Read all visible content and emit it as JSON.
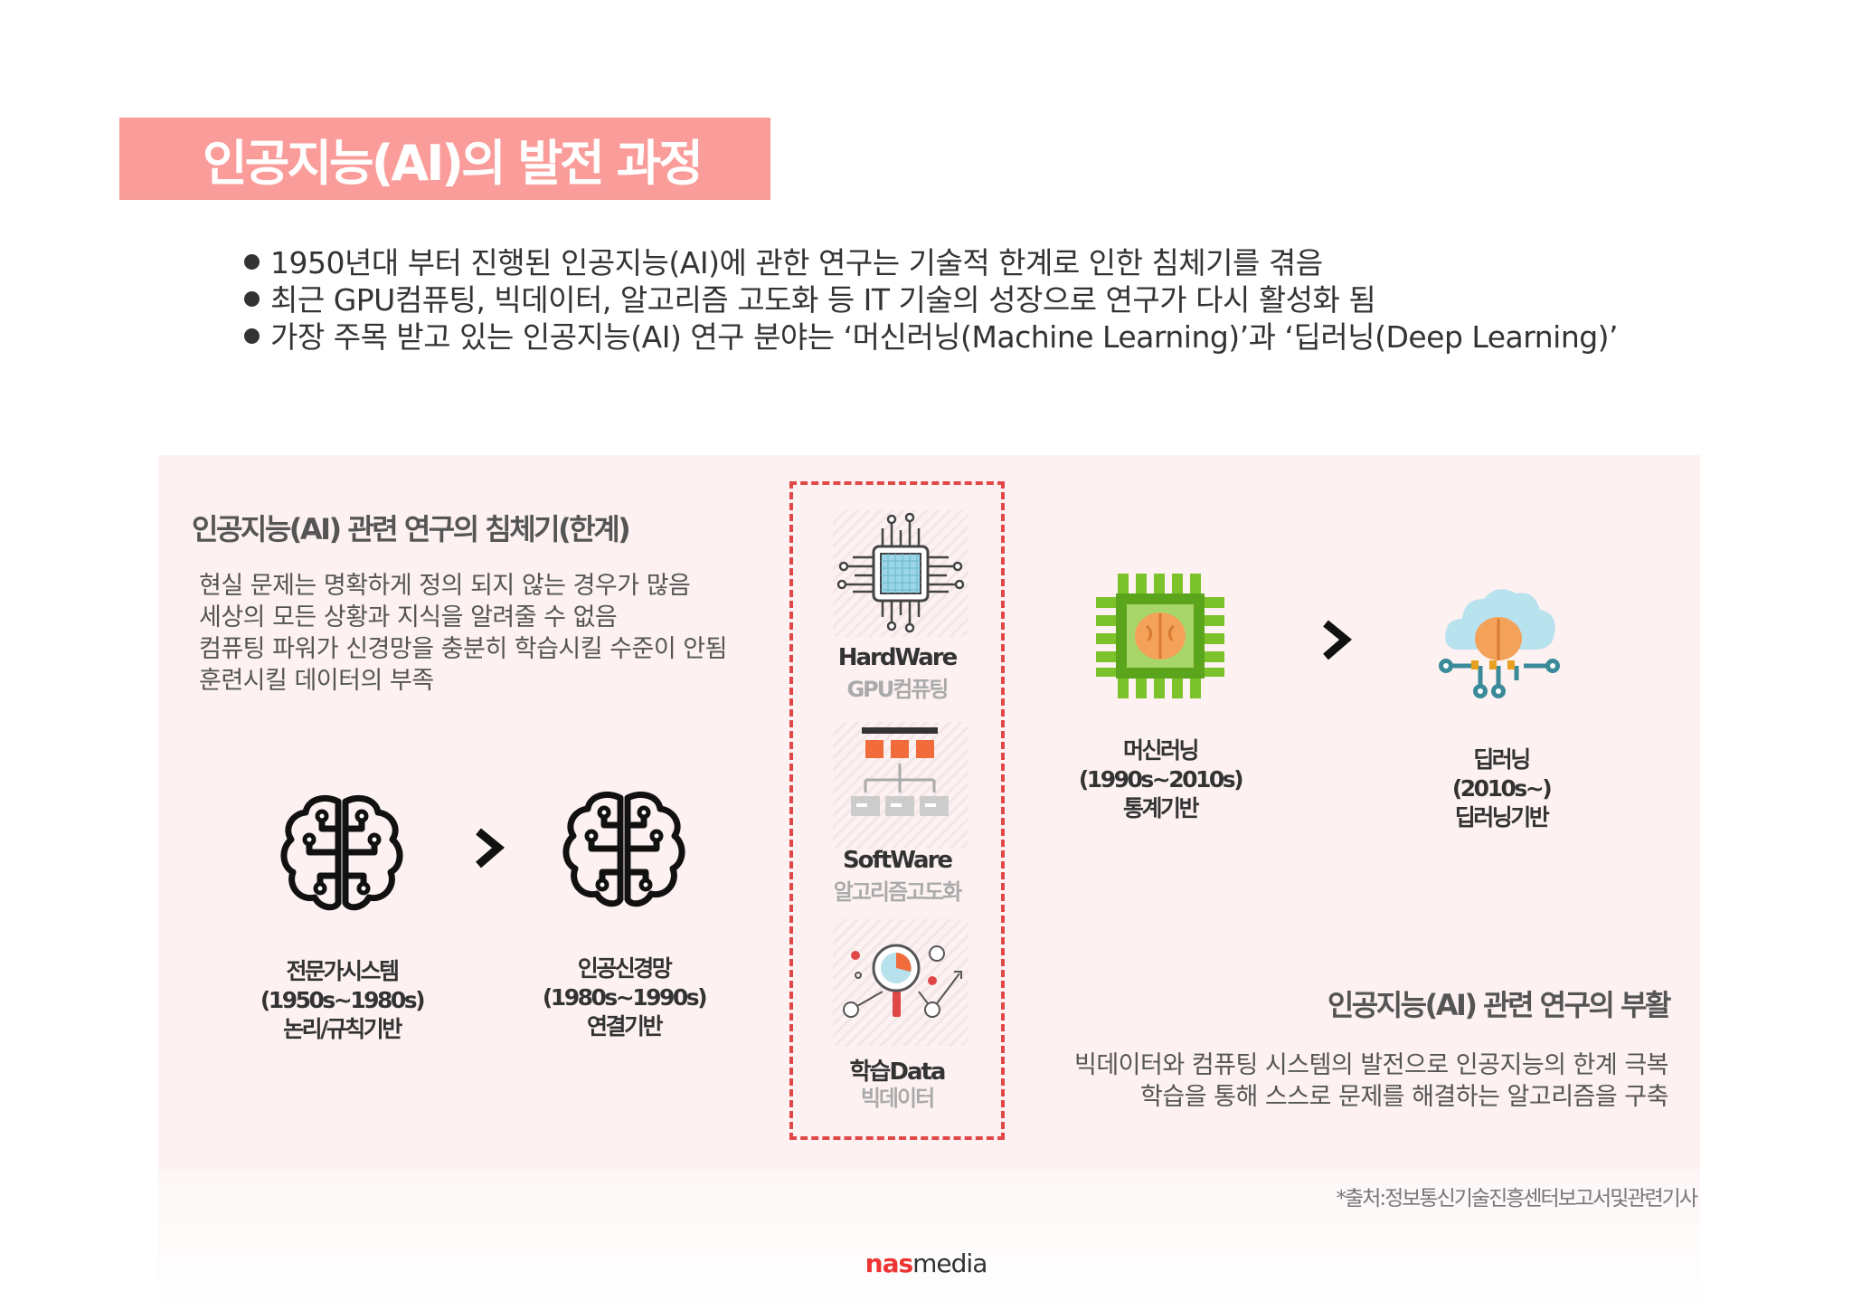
{
  "title": "인공지능(AI)의 발전 과정",
  "bullets": [
    "1950년대 부터 진행된 인공지능(AI)에 관한 연구는 기술적 한계로 인한 침체기를 겪음",
    "최근 GPU컴퓨팅, 빅데이터, 알고리즘 고도화 등 IT 기술의 성장으로 연구가 다시 활성화 됨",
    "가장 주목 받고 있는 인공지능(AI) 연구 분야는 ‘머신러닝(Machine Learning)’과 ‘딥러닝(Deep Learning)’"
  ],
  "left": {
    "heading": "인공지능(AI) 관련 연구의 침체기(한계)",
    "desc": [
      "현실 문제는 명확하게 정의 되지 않는 경우가 많음",
      "세상의 모든 상황과 지식을 알려줄 수 없음",
      "컴퓨팅 파워가 신경망을 충분히 학습시킬 수준이 안됨",
      "훈련시킬 데이터의 부족"
    ],
    "stages": [
      {
        "name": "전문가시스템",
        "period": "(1950s~1980s)",
        "basis": "논리/규칙기반"
      },
      {
        "name": "인공신경망",
        "period": "(1980s~1990s)",
        "basis": "연결기반"
      }
    ]
  },
  "features": [
    {
      "title": "HardWare",
      "sub": "GPU컴퓨팅",
      "icon": "chip-icon"
    },
    {
      "title": "SoftWare",
      "sub": "알고리즘고도화",
      "icon": "algorithm-icon"
    },
    {
      "title": "학습Data",
      "sub": "빅데이터",
      "icon": "data-analysis-icon"
    }
  ],
  "right": {
    "stages": [
      {
        "name": "머신러닝",
        "period": "(1990s~2010s)",
        "basis": "통계기반"
      },
      {
        "name": "딥러닝",
        "period": "(2010s~)",
        "basis": "딥러닝기반"
      }
    ],
    "heading": "인공지능(AI) 관련 연구의 부활",
    "desc": [
      "빅데이터와 컴퓨팅 시스템의 발전으로 인공지능의 한계 극복",
      "학습을 통해 스스로 문제를 해결하는 알고리즘을 구축"
    ]
  },
  "source": "*출처:정보통신기술진흥센터보고서및관련기사",
  "logo": {
    "part1": "nas",
    "part2": "media"
  },
  "colors": {
    "banner": "#fa9d9a",
    "panel": "#fdf1f1",
    "dashed": "#e04848",
    "chip_green": "#7cc22b",
    "brain_orange": "#f4a25a",
    "cloud_blue": "#9fd4e6"
  }
}
